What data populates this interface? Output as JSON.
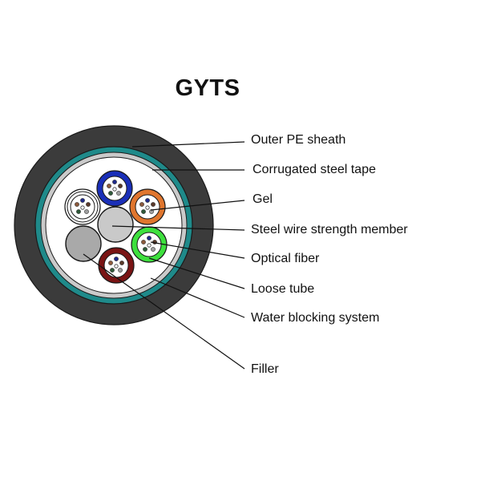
{
  "title": "GYTS",
  "colors": {
    "outer_sheath": "#3b3b3b",
    "steel_tape": "#1f8a8a",
    "water_blocking": "#cacaca",
    "interior": "#ffffff",
    "strength_member": "#c9c9c9",
    "filler": "#a9a9a9",
    "outline": "#1a1a1a",
    "leader_line": "#111111"
  },
  "tubes": [
    {
      "name": "blue-tube",
      "color": "#1a2fb8"
    },
    {
      "name": "orange-tube",
      "color": "#e0762e"
    },
    {
      "name": "green-tube",
      "color": "#3ee03e"
    },
    {
      "name": "dark-red-tube",
      "color": "#7a1414"
    },
    {
      "name": "white-tube",
      "color": "#ffffff"
    }
  ],
  "fiber_colors": [
    "#1f2a8a",
    "#8c5a3c",
    "#5a3a2a",
    "#2f5a3a",
    "#a0a0a0",
    "#ffffff"
  ],
  "labels": [
    {
      "id": "outer-pe-sheath",
      "text": "Outer PE sheath"
    },
    {
      "id": "corrugated-steel-tape",
      "text": "Corrugated steel tape"
    },
    {
      "id": "gel",
      "text": "Gel"
    },
    {
      "id": "steel-wire-strength-member",
      "text": "Steel wire strength member"
    },
    {
      "id": "optical-fiber",
      "text": "Optical fiber"
    },
    {
      "id": "loose-tube",
      "text": "Loose tube"
    },
    {
      "id": "water-blocking-system",
      "text": "Water blocking system"
    },
    {
      "id": "filler",
      "text": "Filler"
    }
  ]
}
